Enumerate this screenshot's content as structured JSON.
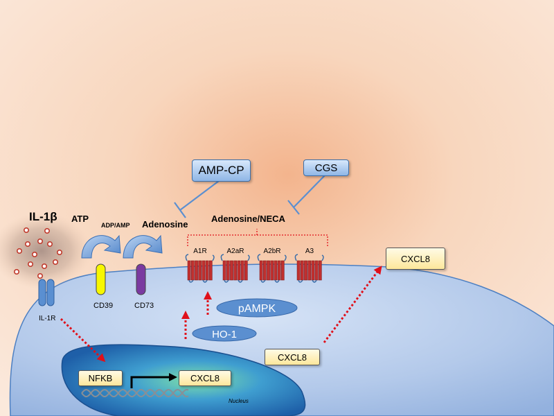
{
  "labels": {
    "il1b": "IL-1β",
    "atp": "ATP",
    "adp_amp": "ADP/AMP",
    "adenosine": "Adenosine",
    "adenosine_neca": "Adenosine/NECA",
    "cd39": "CD39",
    "cd73": "CD73",
    "il1r": "IL-1R",
    "nucleus": "Nucleus",
    "pampk": "pAMPK",
    "ho1": "HO-1"
  },
  "inhibitors": {
    "ampcp": "AMP-CP",
    "cgs": "CGS"
  },
  "receptors": [
    "A1R",
    "A2aR",
    "A2bR",
    "A3"
  ],
  "boxes": {
    "nfkb": "NFKB",
    "cxcl8_nucleus": "CXCL8",
    "cxcl8_cyto": "CXCL8",
    "cxcl8_secreted": "CXCL8"
  },
  "colors": {
    "arrow_red": "#e0101a",
    "inhibit_blue": "#5b8fd0",
    "receptor_red": "#c0302f",
    "cd39_yellow": "#f7f700",
    "cd73_purple": "#7a3aa0"
  }
}
